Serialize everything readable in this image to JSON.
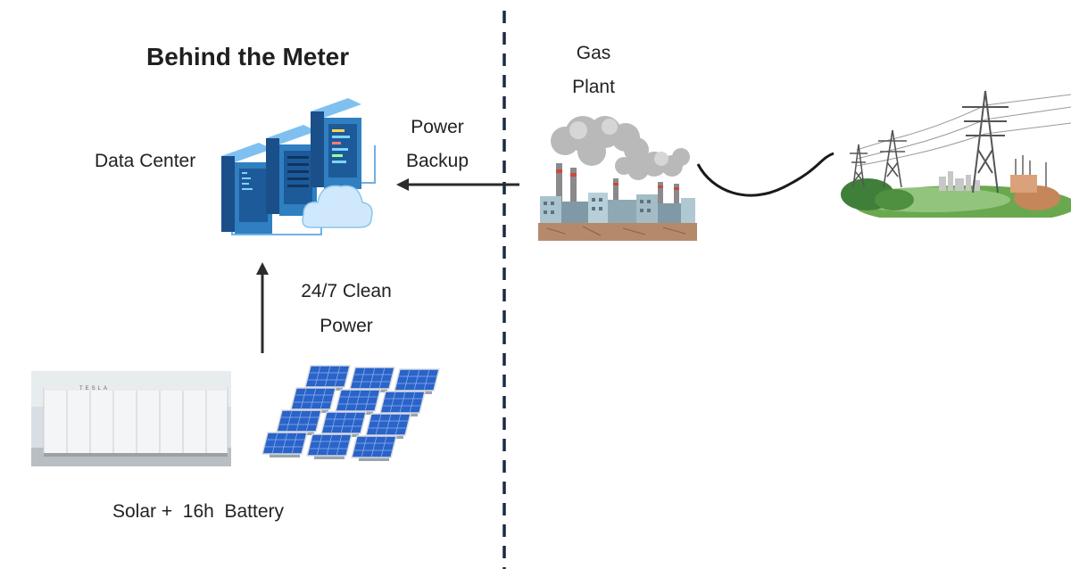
{
  "title": "Behind the Meter",
  "labels": {
    "data_center": "Data Center",
    "power_backup_line1": "Power",
    "power_backup_line2": "Backup",
    "gas_plant_line1": "Gas",
    "gas_plant_line2": "Plant",
    "clean_power_line1": "24/7 Clean",
    "clean_power_line2": "Power",
    "solar_battery": "Solar +  16h  Battery"
  },
  "battery_brand": "TESLA",
  "colors": {
    "divider": "#1b2a44",
    "arrow": "#2b2b2b",
    "server_blue": "#2f7fc1",
    "solar_blue": "#2a63c9",
    "smoke_gray": "#b9b9b9",
    "grass_green": "#6aa84f"
  }
}
